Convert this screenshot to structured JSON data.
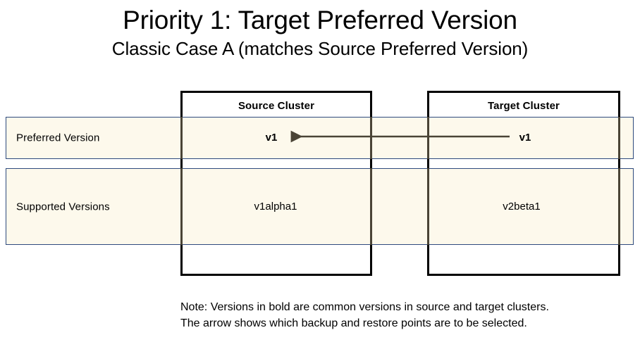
{
  "title": {
    "main": "Priority 1: Target Preferred Version",
    "subtitle": "Classic Case A (matches Source Preferred Version)"
  },
  "colors": {
    "band_fill": "#FDF9EC",
    "band_border": "#2E4A7D",
    "cluster_border": "#000000",
    "arrow": "#4A4436",
    "text": "#000000"
  },
  "diagram": {
    "columns": [
      {
        "id": "source",
        "label": "Source Cluster"
      },
      {
        "id": "target",
        "label": "Target Cluster"
      }
    ],
    "rows": [
      {
        "id": "preferred",
        "label": "Preferred Version",
        "cells": [
          {
            "column": "source",
            "value": "v1",
            "bold": true
          },
          {
            "column": "target",
            "value": "v1",
            "bold": true
          }
        ]
      },
      {
        "id": "supported",
        "label": "Supported Versions",
        "cells": [
          {
            "column": "source",
            "value": "v1alpha1",
            "bold": false
          },
          {
            "column": "target",
            "value": "v2beta1",
            "bold": false
          }
        ]
      }
    ],
    "arrow": {
      "direction": "right-to-left",
      "from": "target-preferred-version",
      "to": "source-preferred-version"
    }
  },
  "note": {
    "line1": "Note: Versions in bold are common versions in source and target clusters.",
    "line2": "The arrow shows which backup and restore points are to be selected."
  }
}
